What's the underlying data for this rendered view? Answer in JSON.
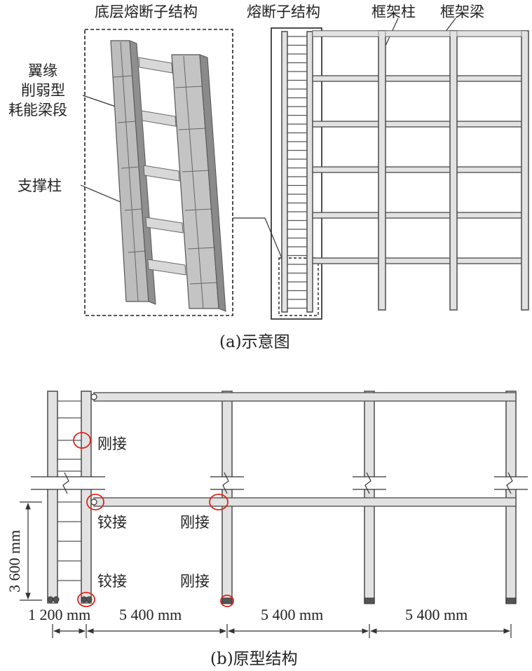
{
  "panel_a": {
    "caption": "(a)示意图",
    "labels": {
      "bottom_fuse": "底层熔断子结构",
      "fuse": "熔断子结构",
      "frame_column": "框架柱",
      "frame_beam": "框架梁",
      "link_line1": "翼缘",
      "link_line2": "削弱型",
      "link_line3": "耗能梁段",
      "support_column": "支撑柱"
    }
  },
  "panel_b": {
    "caption": "(b)原型结构",
    "labels": {
      "rigid_top": "刚接",
      "hinge_mid": "铰接",
      "rigid_mid": "刚接",
      "hinge_base": "铰接",
      "rigid_base": "刚接"
    },
    "dimensions": {
      "story_height": "3 600 mm",
      "span_fuse": "1 200 mm",
      "span1": "5 400 mm",
      "span2": "5 400 mm",
      "span3": "5 400 mm"
    }
  },
  "colors": {
    "highlight": "#e0251b",
    "member": "#e2e2e2",
    "outline": "#555555"
  }
}
